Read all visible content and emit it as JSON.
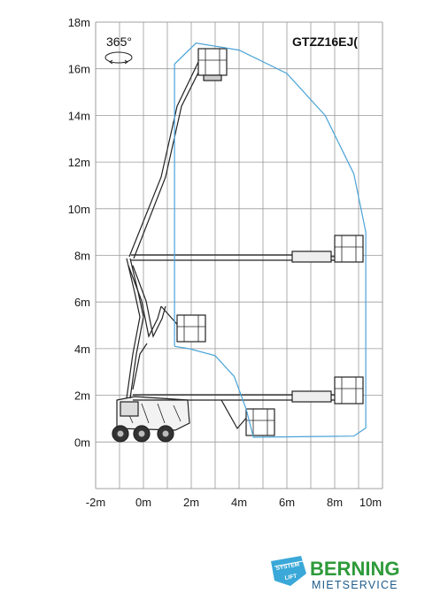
{
  "chart_data": {
    "type": "diagram",
    "title": "GTZZ16EJ(",
    "rotation_label": "365°",
    "x_ticks": [
      "-2m",
      "0m",
      "2m",
      "4m",
      "6m",
      "8m",
      "10m"
    ],
    "x_tick_values": [
      -2,
      0,
      2,
      4,
      6,
      8,
      9.5
    ],
    "y_ticks": [
      "0m",
      "2m",
      "4m",
      "6m",
      "8m",
      "10m",
      "12m",
      "14m",
      "16m",
      "18m"
    ],
    "y_tick_values": [
      0,
      2,
      4,
      6,
      8,
      10,
      12,
      14,
      16,
      18
    ],
    "xlim": [
      -2,
      10
    ],
    "ylim": [
      -2,
      18
    ],
    "grid": true,
    "envelope_color": "#4aa3d8",
    "working_envelope": [
      [
        1.3,
        4.1
      ],
      [
        1.3,
        16.2
      ],
      [
        2.2,
        17.1
      ],
      [
        4.0,
        16.8
      ],
      [
        6.0,
        15.8
      ],
      [
        7.6,
        14.0
      ],
      [
        8.8,
        11.5
      ],
      [
        9.3,
        9.0
      ],
      [
        9.3,
        0.6
      ],
      [
        8.8,
        0.25
      ],
      [
        4.6,
        0.2
      ],
      [
        4.3,
        1.4
      ],
      [
        3.8,
        2.8
      ],
      [
        3.0,
        3.7
      ],
      [
        1.9,
        4.0
      ],
      [
        1.3,
        4.1
      ]
    ]
  },
  "logo": {
    "brand": "BERNING",
    "sub": "MIETSERVICE",
    "badge_top": "SYSTEM",
    "badge_bottom": "LIFT",
    "brand_color": "#2e9a3a",
    "sub_color": "#1f5c8c"
  }
}
